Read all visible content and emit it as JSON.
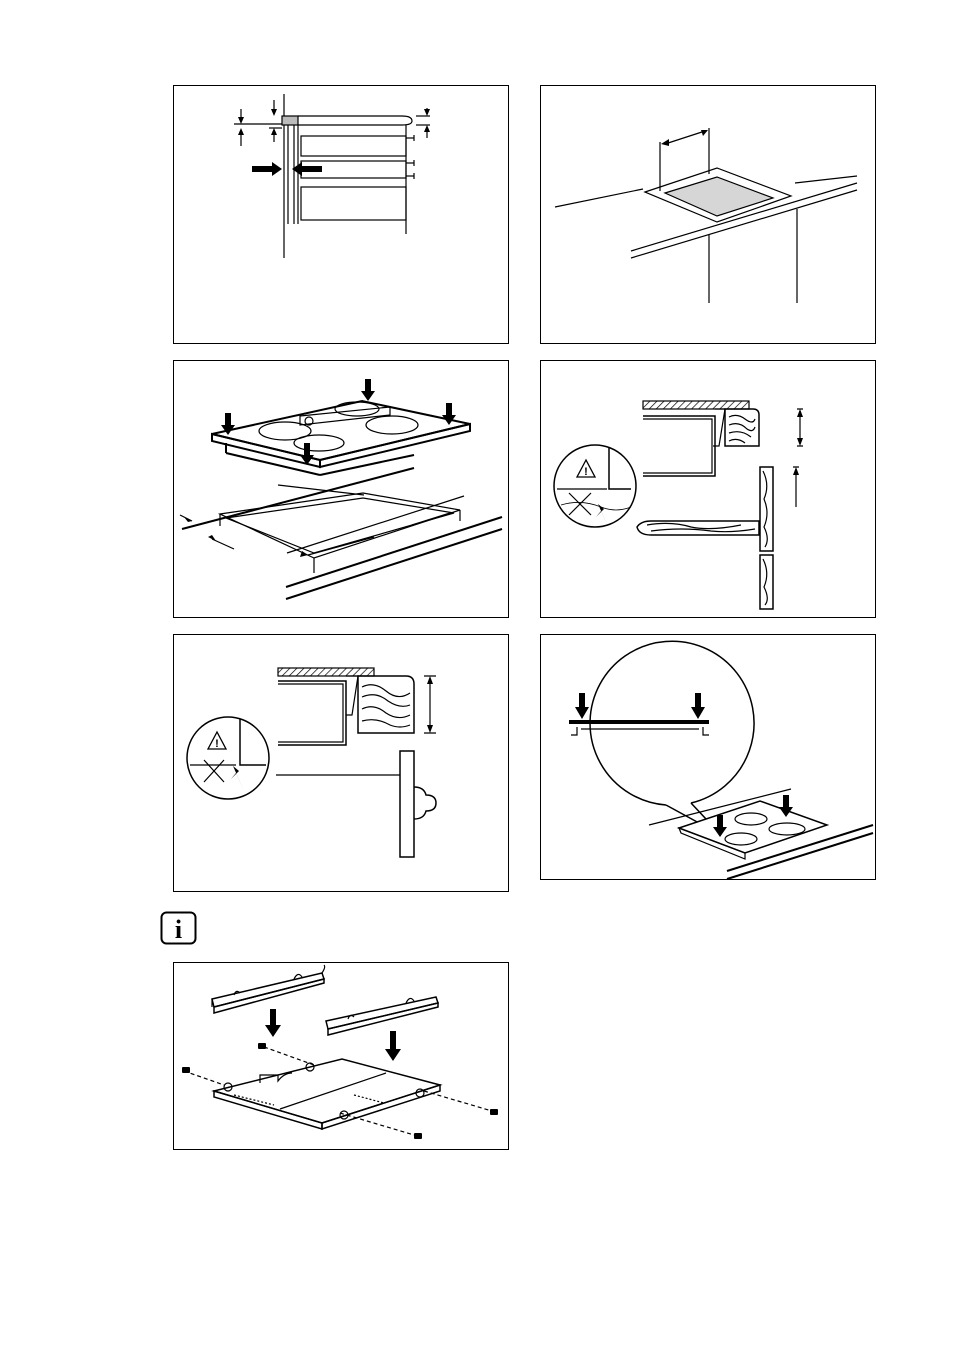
{
  "page": {
    "figures": [
      {
        "id": "fig-1",
        "subject": "worktop-clearance-section"
      },
      {
        "id": "fig-2",
        "subject": "worktop-cutout"
      },
      {
        "id": "fig-3",
        "subject": "hob-insertion-with-seal"
      },
      {
        "id": "fig-4",
        "subject": "cabinet-with-drawer-warning"
      },
      {
        "id": "fig-5",
        "subject": "cabinet-with-door-warning"
      },
      {
        "id": "fig-6",
        "subject": "hob-installed-detail"
      },
      {
        "id": "fig-7",
        "subject": "protection-box-assembly"
      }
    ],
    "info_icon": {
      "icon": "info-icon",
      "glyph": "i"
    },
    "warning_icon": {
      "icon": "warning-triangle-icon",
      "glyph": "!"
    }
  }
}
